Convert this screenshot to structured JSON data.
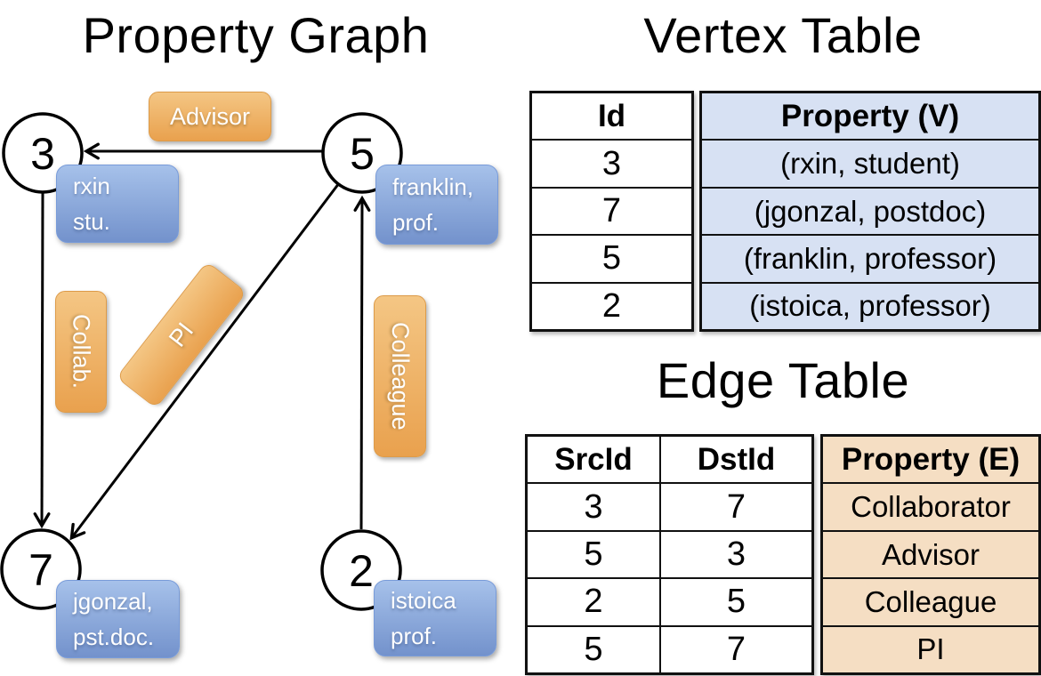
{
  "titles": {
    "graph": "Property Graph",
    "vertex_table": "Vertex Table",
    "edge_table": "Edge Table"
  },
  "graph": {
    "vertices": [
      {
        "label": "3"
      },
      {
        "label": "5"
      },
      {
        "label": "7"
      },
      {
        "label": "2"
      }
    ],
    "vertex_props": [
      {
        "line1": "rxin",
        "line2": "stu."
      },
      {
        "line1": "franklin,",
        "line2": "prof."
      },
      {
        "line1": "jgonzal,",
        "line2": "pst.doc."
      },
      {
        "line1": "istoica",
        "line2": "prof."
      }
    ],
    "edge_labels": {
      "advisor": "Advisor",
      "collab": "Collab.",
      "pi": "PI",
      "colleague": "Colleague"
    }
  },
  "vertex_table": {
    "col_id": "Id",
    "col_property": "Property (V)",
    "ids": [
      "3",
      "7",
      "5",
      "2"
    ],
    "properties": [
      "(rxin, student)",
      "(jgonzal, postdoc)",
      "(franklin, professor)",
      "(istoica, professor)"
    ]
  },
  "edge_table": {
    "col_src": "SrcId",
    "col_dst": "DstId",
    "col_property": "Property (E)",
    "src": [
      "3",
      "5",
      "2",
      "5"
    ],
    "dst": [
      "7",
      "3",
      "5",
      "7"
    ],
    "properties": [
      "Collaborator",
      "Advisor",
      "Colleague",
      "PI"
    ]
  },
  "colors": {
    "edge_label_fill_top": "#F4C684",
    "edge_label_fill_bottom": "#E9A14E",
    "vertex_prop_fill_top": "#A6C1EA",
    "vertex_prop_fill_bottom": "#7392CC",
    "vertex_table_cell_bg": "#D7E1F3",
    "edge_table_cell_bg": "#F5DEC3",
    "line_color": "#000000"
  }
}
